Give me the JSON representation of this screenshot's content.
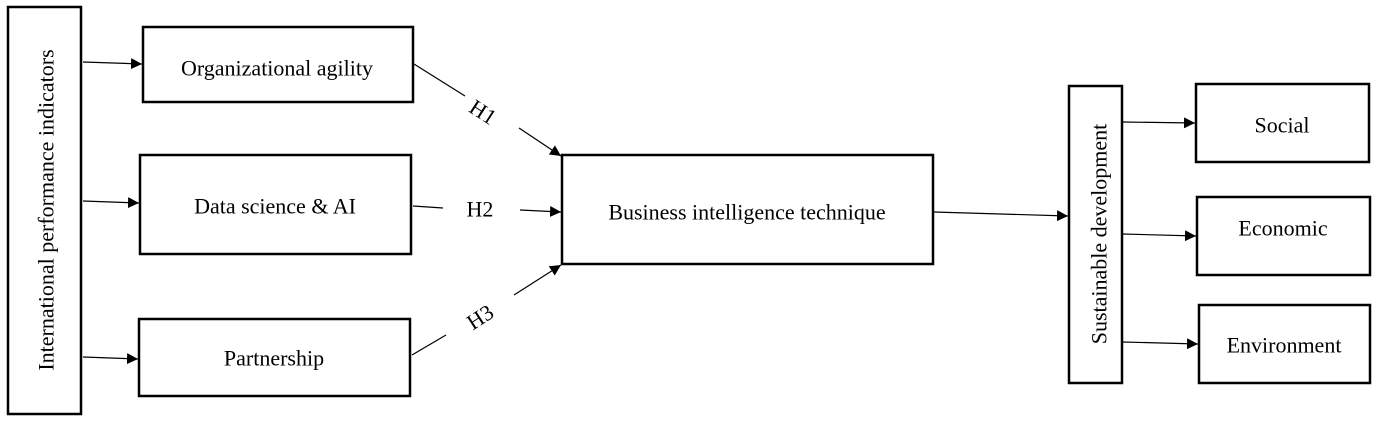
{
  "nodes": {
    "ipi": "International performance indicators",
    "agility": "Organizational agility",
    "dsai": "Data science & AI",
    "partnership": "Partnership",
    "bit": "Business intelligence technique",
    "sd": "Sustainable development",
    "social": "Social",
    "economic": "Economic",
    "environment": "Environment"
  },
  "hypotheses": {
    "h1": "H1",
    "h2": "H2",
    "h3": "H3"
  },
  "colors": {
    "stroke": "#000000",
    "background": "#ffffff"
  }
}
